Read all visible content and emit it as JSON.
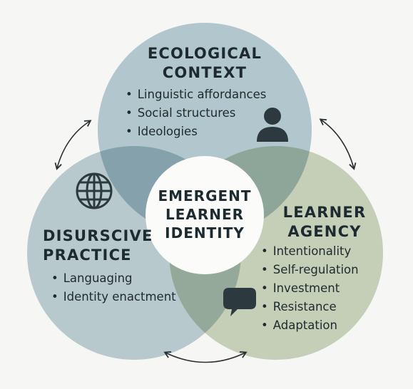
{
  "ecological": {
    "title": [
      "ECOLOGICAL",
      "CONTEXT"
    ],
    "items": [
      "Linguistic affordances",
      "Social structures",
      "Ideologies"
    ],
    "icon": "person-icon"
  },
  "discursive": {
    "title": [
      "DISURSCIVE",
      "PRACTICE"
    ],
    "items": [
      "Languaging",
      "Identity enactment"
    ],
    "icon": "globe-icon"
  },
  "agency": {
    "title": [
      "LEARNER",
      "AGENCY"
    ],
    "items": [
      "Intentionality",
      "Self-regulation",
      "Investment",
      "Resistance",
      "Adaptation"
    ],
    "icon": "speech-bubble-icon"
  },
  "center": {
    "title": [
      "EMERGENT",
      "LEARNER",
      "IDENTITY"
    ]
  },
  "colors": {
    "ecological_fill": "#b8cdd6",
    "discursive_fill": "#bfd0d6",
    "agency_fill": "#cdd6c0",
    "center_fill": "#fbfcfa",
    "icon_dark": "#2c3a40",
    "arrow": "#2a2f31"
  }
}
